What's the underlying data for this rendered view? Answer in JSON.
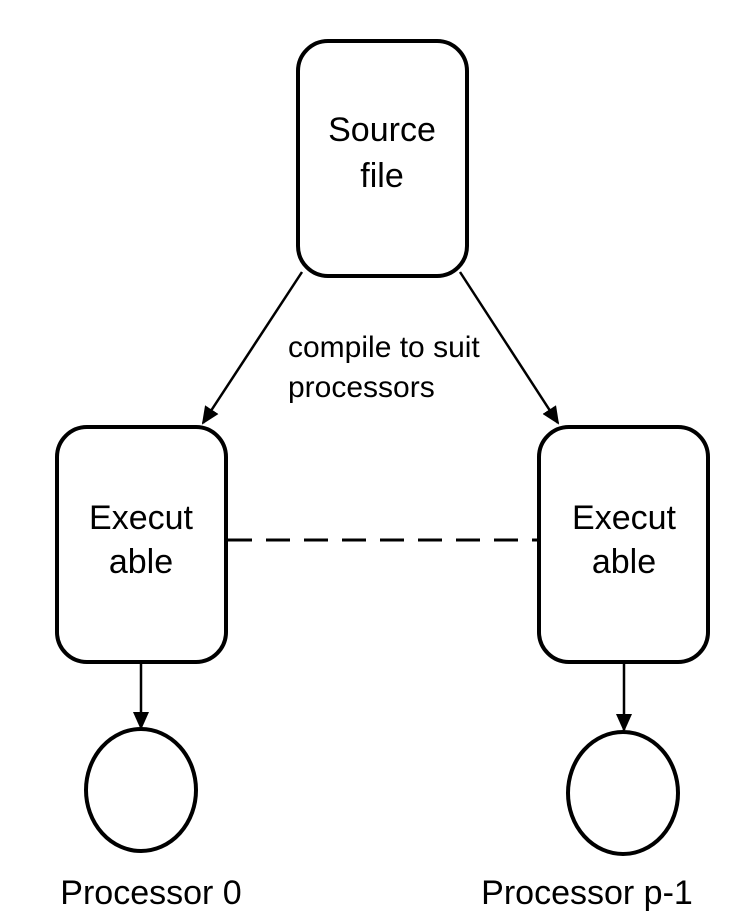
{
  "diagram": {
    "source_node": {
      "line1": "Source",
      "line2": "file"
    },
    "edge_label": {
      "line1": "compile to suit",
      "line2": "processors"
    },
    "executable_left": {
      "line1": "Execut",
      "line2": "able"
    },
    "executable_right": {
      "line1": "Execut",
      "line2": "able"
    },
    "processor_left": {
      "label": "Processor 0"
    },
    "processor_right": {
      "label": "Processor p-1"
    }
  }
}
